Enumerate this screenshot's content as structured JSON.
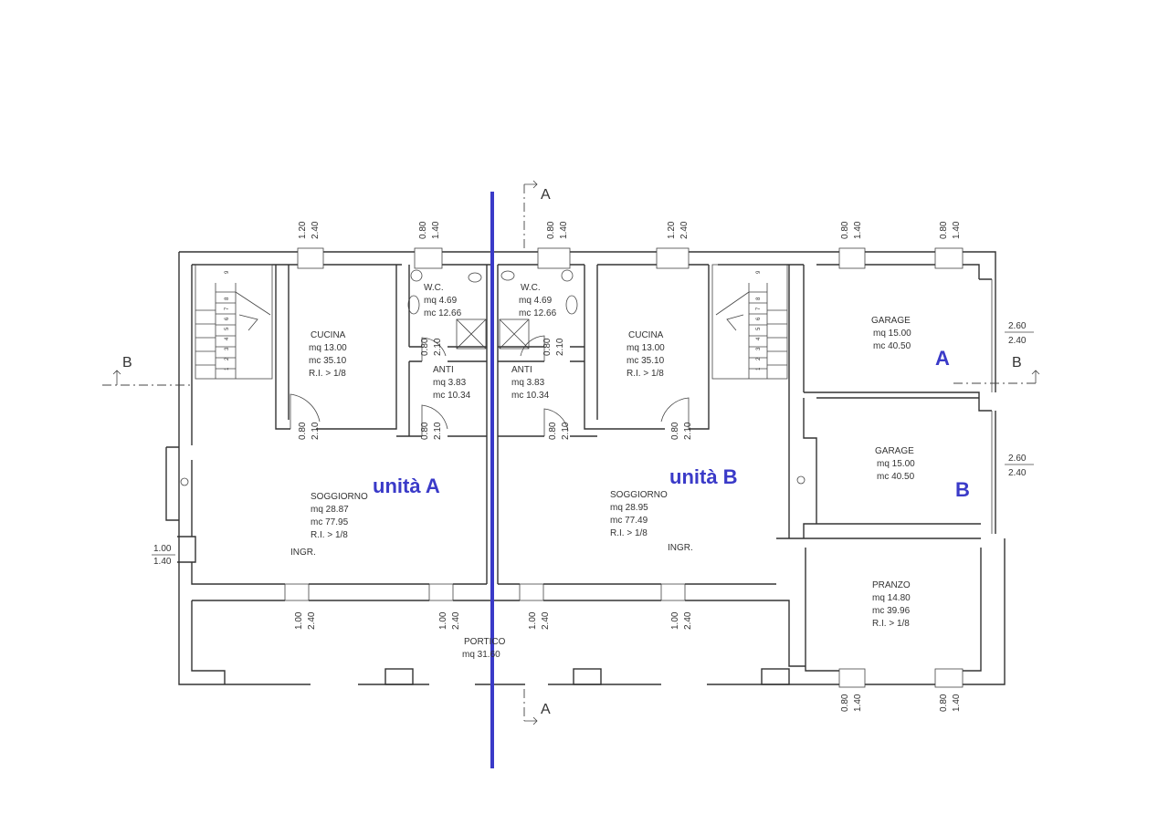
{
  "units": {
    "a": "unità A",
    "b": "unità B",
    "garage_a_letter": "A",
    "garage_b_letter": "B"
  },
  "section_marks": {
    "a": "A",
    "b": "B"
  },
  "rooms": {
    "cucina_a": {
      "name": "CUCINA",
      "mq": "mq 13.00",
      "mc": "mc 35.10",
      "ri": "R.I. > 1/8"
    },
    "wc_a": {
      "name": "W.C.",
      "mq": "mq 4.69",
      "mc": "mc 12.66"
    },
    "anti_a": {
      "name": "ANTI",
      "mq": "mq 3.83",
      "mc": "mc 10.34"
    },
    "soggiorno_a": {
      "name": "SOGGIORNO",
      "mq": "mq 28.87",
      "mc": "mc 77.95",
      "ri": "R.I. > 1/8",
      "ingr": "INGR."
    },
    "wc_b": {
      "name": "W.C.",
      "mq": "mq 4.69",
      "mc": "mc 12.66"
    },
    "anti_b": {
      "name": "ANTI",
      "mq": "mq 3.83",
      "mc": "mc 10.34"
    },
    "cucina_b": {
      "name": "CUCINA",
      "mq": "mq 13.00",
      "mc": "mc 35.10",
      "ri": "R.I. > 1/8"
    },
    "soggiorno_b": {
      "name": "SOGGIORNO",
      "mq": "mq 28.95",
      "mc": "mc 77.49",
      "ri": "R.I. > 1/8",
      "ingr": "INGR."
    },
    "garage_a": {
      "name": "GARAGE",
      "mq": "mq 15.00",
      "mc": "mc 40.50"
    },
    "garage_b": {
      "name": "GARAGE",
      "mq": "mq 15.00",
      "mc": "mc 40.50"
    },
    "pranzo": {
      "name": "PRANZO",
      "mq": "mq 14.80",
      "mc": "mc 39.96",
      "ri": "R.I. > 1/8"
    },
    "portico": {
      "name": "PORTICO",
      "mq": "mq 31.60"
    }
  },
  "dims": {
    "w120": "1.20",
    "h240": "2.40",
    "w080": "0.80",
    "h140": "1.40",
    "w100": "1.00",
    "h210": "2.10",
    "h260": "2.60",
    "h140b": "1.40"
  },
  "stairs": [
    "9",
    "8",
    "7",
    "6",
    "5",
    "4",
    "3",
    "2",
    "1"
  ]
}
